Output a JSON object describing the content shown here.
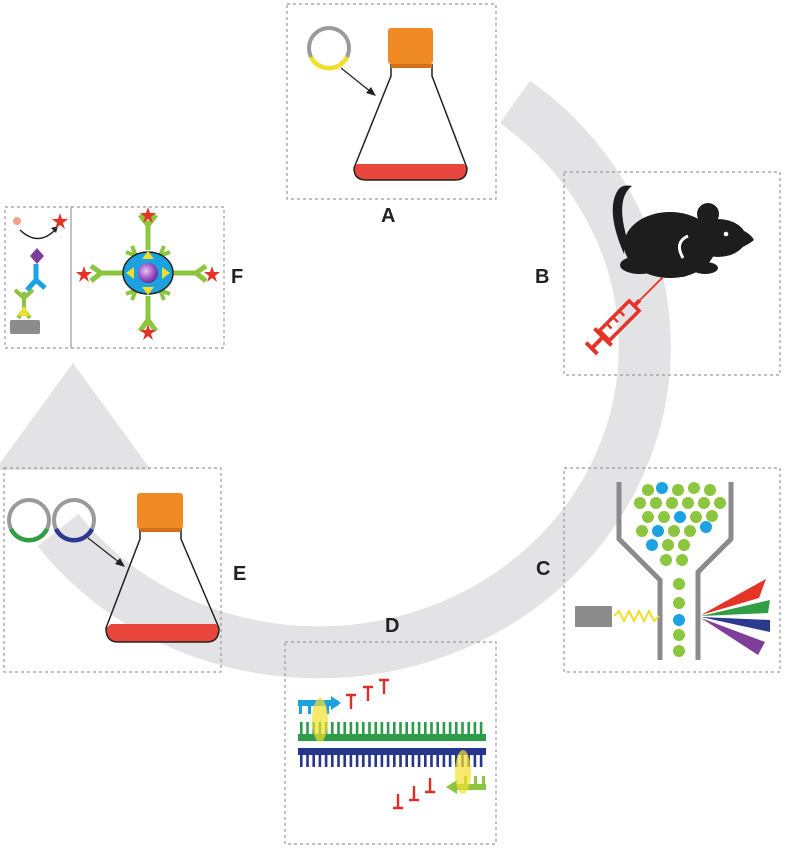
{
  "panels": [
    {
      "id": "A",
      "label": "A",
      "icon": "plasmid-flask-icon"
    },
    {
      "id": "B",
      "label": "B",
      "icon": "mouse-syringe-icon"
    },
    {
      "id": "C",
      "label": "C",
      "icon": "flow-cytometry-icon"
    },
    {
      "id": "D",
      "label": "D",
      "icon": "pcr-sequencing-icon"
    },
    {
      "id": "E",
      "label": "E",
      "icon": "plasmids-flask-icon"
    },
    {
      "id": "F",
      "label": "F",
      "icon": "antibody-assay-icon"
    }
  ],
  "colors": {
    "cycle_arrow": "#e3e3e6",
    "flask_cap": "#f08a24",
    "flask_liquid": "#e8453c",
    "plasmid_ring": "#9a9a9a",
    "insert_yellow": "#f2df2c",
    "insert_green": "#2f9e44",
    "insert_blue": "#2b3a8f",
    "mouse": "#1d1d1d",
    "syringe": "#e63327",
    "cell_green": "#8cc63f",
    "cell_blue": "#1aa3e0",
    "dna_green": "#2d9c48",
    "dna_blue": "#26368d",
    "primer": "#d9302b"
  }
}
